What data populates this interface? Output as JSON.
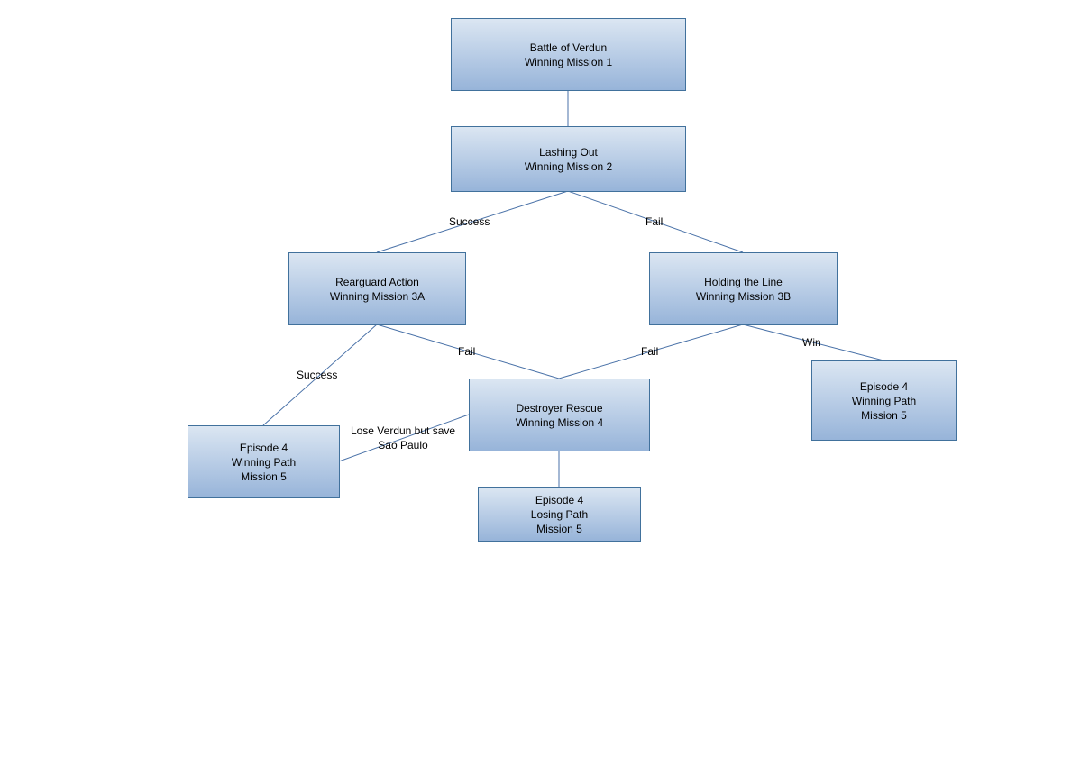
{
  "nodes": {
    "m1": {
      "line1": "Battle of Verdun",
      "line2": "Winning Mission 1"
    },
    "m2": {
      "line1": "Lashing Out",
      "line2": "Winning Mission 2"
    },
    "m3a": {
      "line1": "Rearguard Action",
      "line2": "Winning Mission 3A"
    },
    "m3b": {
      "line1": "Holding the Line",
      "line2": "Winning Mission 3B"
    },
    "m4": {
      "line1": "Destroyer Rescue",
      "line2": "Winning Mission 4"
    },
    "ep4_win_left": {
      "line1": "Episode 4",
      "line2": "Winning Path",
      "line3": "Mission 5"
    },
    "ep4_lose": {
      "line1": "Episode 4",
      "line2": "Losing Path",
      "line3": "Mission 5"
    },
    "ep4_win_right": {
      "line1": "Episode 4",
      "line2": "Winning Path",
      "line3": "Mission 5"
    }
  },
  "edges": {
    "m1_m2": "",
    "m2_m3a": "Success",
    "m2_m3b": "Fail",
    "m3a_ep4left": "Success",
    "m3a_m4": "Fail",
    "m3b_m4": "Fail",
    "m3b_ep4right": "Win",
    "m4_ep4left_line1": "Lose Verdun but save",
    "m4_ep4left_line2": "Sao Paulo",
    "m4_ep4lose": ""
  }
}
